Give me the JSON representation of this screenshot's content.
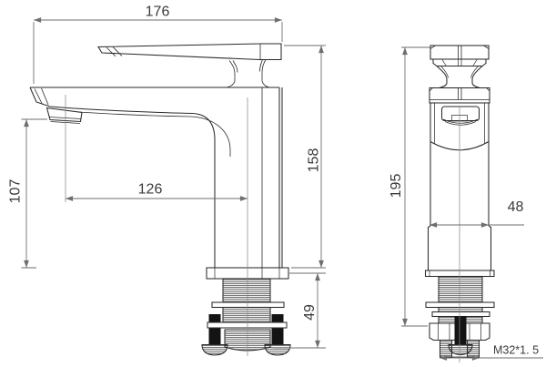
{
  "drawing": {
    "dimensions": {
      "overall_length": "176",
      "height_to_handle_top": "158",
      "spout_outlet_height": "107",
      "spout_reach_to_center": "126",
      "under_deck_shank_length": "49",
      "overall_height_front": "195",
      "body_width": "48",
      "thread_spec": "M32*1. 5"
    },
    "colors": {
      "background": "#ffffff",
      "part_line": "#2a2a2a",
      "dimension_line": "#6e6e6e",
      "text": "#3a3a3a",
      "hardware_fill": "#141414"
    }
  }
}
